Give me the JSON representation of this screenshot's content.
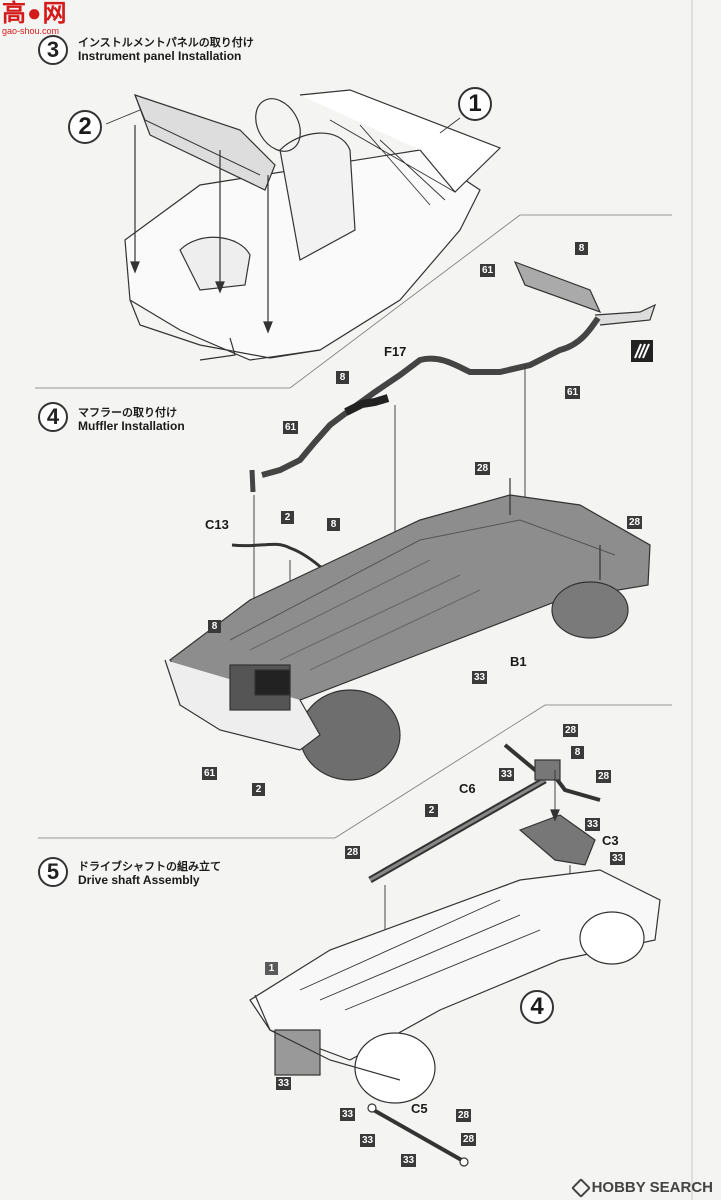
{
  "watermark": {
    "glyphs": "高●网",
    "url": "gao-shou.com"
  },
  "steps": [
    {
      "num": "3",
      "jp": "インストルメントパネルの取り付け",
      "en": "Instrument panel Installation"
    },
    {
      "num": "4",
      "jp": "マフラーの取り付け",
      "en": "Muffler Installation"
    },
    {
      "num": "5",
      "jp": "ドライブシャフトの組み立て",
      "en": "Drive shaft Assembly"
    }
  ],
  "assembly_refs": {
    "step3_body": "1",
    "step3_panel": "2",
    "step5_base": "4"
  },
  "step4_labels": {
    "f17": "F17",
    "c13": "C13",
    "b1": "B1"
  },
  "step4_parts": [
    "8",
    "61",
    "61",
    "8",
    "61",
    "28",
    "28",
    "2",
    "8",
    "8",
    "33",
    "61",
    "2"
  ],
  "step5_labels": {
    "c6": "C6",
    "c3": "C3",
    "c5": "C5"
  },
  "step5_parts": [
    "28",
    "8",
    "33",
    "28",
    "33",
    "2",
    "33",
    "28",
    "1",
    "33",
    "33",
    "28",
    "33",
    "28",
    "33"
  ],
  "footer": {
    "brand": "HOBBY SEARCH"
  }
}
